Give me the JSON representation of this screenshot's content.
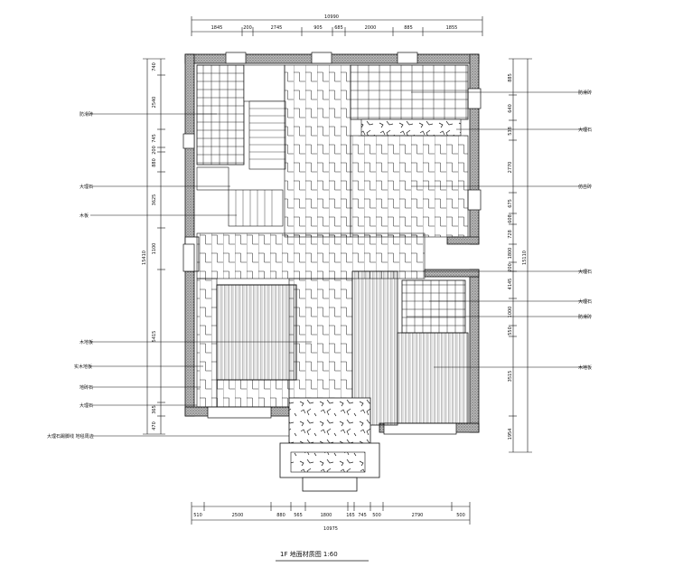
{
  "title": "1F 地面材质图 1:60",
  "top_overall": "10990",
  "top_segments": [
    "1845",
    "200",
    "2745",
    "905",
    "685",
    "2000",
    "885",
    "1855"
  ],
  "bottom_overall": "10975",
  "bottom_segments": [
    "510",
    "2500",
    "880",
    "565",
    "1800",
    "165",
    "745",
    "500",
    "2790",
    "500"
  ],
  "left_segments": [
    "740",
    "2540",
    "745",
    "200",
    "880",
    "3625",
    "1100",
    "5415",
    "365",
    "470"
  ],
  "left_overall": "15410",
  "right_segments": [
    "885",
    "640",
    "538",
    "2770",
    "675",
    "608",
    "728",
    "1800",
    "4145",
    "200",
    "1000",
    "550",
    "3515",
    "1954"
  ],
  "right_overall": "15110",
  "labels_left": [
    "防滑砖",
    "大理石",
    "木板",
    "木地板",
    "实木地板",
    "地砖石",
    "大理石",
    "大理石踢脚线 地毯周边"
  ],
  "labels_right": [
    "防滑砖",
    "大理石",
    "仿古砖",
    "大理石",
    "大理石",
    "防滑砖",
    "木地板"
  ],
  "colors": {
    "line": "#111111",
    "wall": "#888888",
    "paper": "#ffffff"
  }
}
